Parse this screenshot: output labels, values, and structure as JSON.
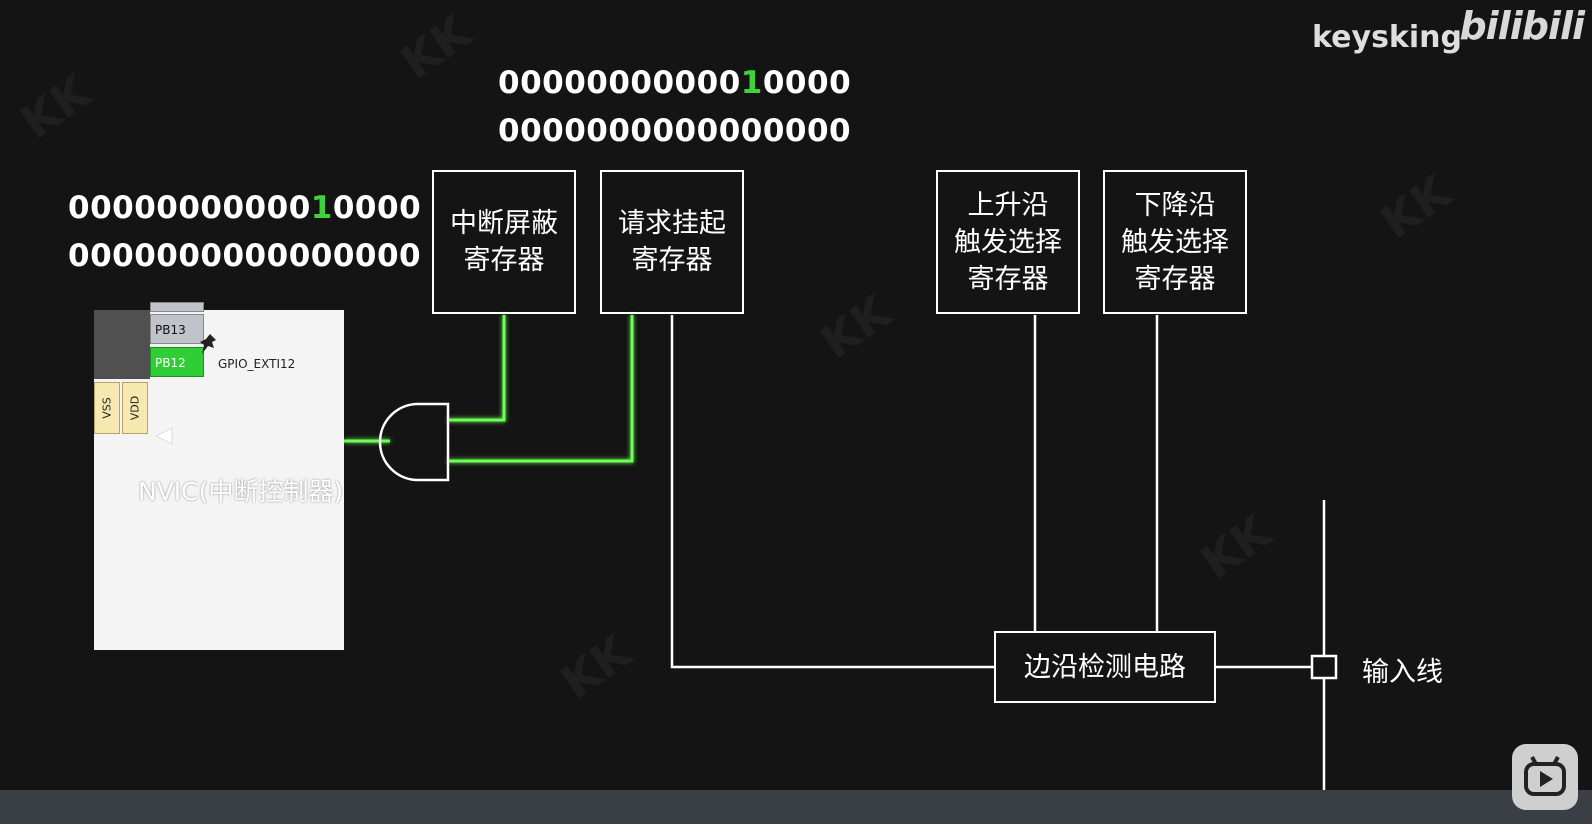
{
  "brand": {
    "name": "keysking",
    "platform_logo": "bilibili"
  },
  "bits": {
    "left_row1_prefix": "00000000000",
    "left_row1_hl": "1",
    "left_row1_suffix": "0000",
    "left_row2": "0000000000000000",
    "top_row1_prefix": "00000000000",
    "top_row1_hl": "1",
    "top_row1_suffix": "0000",
    "top_row2": "0000000000000000",
    "highlight_color": "#3fd23a"
  },
  "registers": {
    "mask": [
      "中断屏蔽",
      "寄存器"
    ],
    "pending": [
      "请求挂起",
      "寄存器"
    ],
    "rising": [
      "上升沿",
      "触发选择",
      "寄存器"
    ],
    "falling": [
      "下降沿",
      "触发选择",
      "寄存器"
    ],
    "edge": [
      "边沿检测电路"
    ]
  },
  "input_line_label": "输入线",
  "chip": {
    "pin13": "PB13",
    "pin12": "PB12",
    "gpio_label": "GPIO_EXTI12",
    "vss": "VSS",
    "vdd": "VDD",
    "nvic_label": "NVIC(中断控制器)"
  },
  "colors": {
    "wire_green": "#6dff57",
    "wire_white": "#ffffff",
    "background": "#141414"
  }
}
